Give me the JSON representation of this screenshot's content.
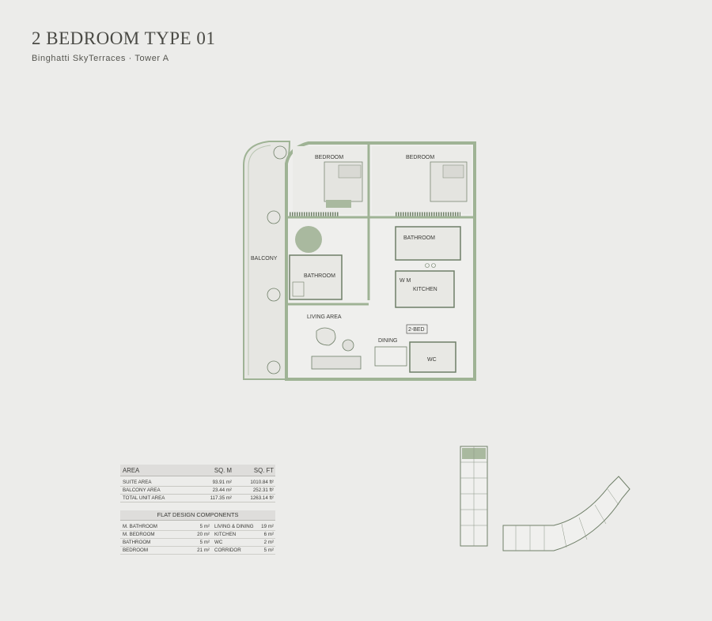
{
  "header": {
    "title": "2 BEDROOM TYPE 01",
    "subtitle": "Binghatti SkyTerraces · Tower A"
  },
  "plan": {
    "rooms": {
      "bedroom_1": "BEDROOM",
      "bedroom_2": "BEDROOM",
      "bathroom_1": "BATHROOM",
      "bathroom_2": "BATHROOM",
      "balcony": "BALCONY",
      "living": "LIVING AREA",
      "dining": "DINING",
      "kitchen": "KITCHEN",
      "wm": "W M",
      "wc": "WC",
      "tag": "2-BED"
    }
  },
  "area_table": {
    "headers": [
      "AREA",
      "SQ. M",
      "SQ. FT"
    ],
    "rows": [
      [
        "SUITE AREA",
        "93.91 m²",
        "1010.84 ft²"
      ],
      [
        "BALCONY AREA",
        "23.44 m²",
        "252.31 ft²"
      ],
      [
        "TOTAL UNIT AREA",
        "117.35 m²",
        "1263.14 ft²"
      ]
    ]
  },
  "components": {
    "title": "FLAT DESIGN COMPONENTS",
    "rows": [
      [
        "M. BATHROOM",
        "5 m²",
        "LIVING & DINING",
        "19 m²"
      ],
      [
        "M. BEDROOM",
        "20 m²",
        "KITCHEN",
        "6 m²"
      ],
      [
        "BATHROOM",
        "5 m²",
        "WC",
        "2 m²"
      ],
      [
        "BEDROOM",
        "21 m²",
        "CORRIDOR",
        "5 m²"
      ]
    ]
  },
  "colors": {
    "background": "#ececea",
    "wall": "#b3c2aa",
    "wall_dark": "#6f7f68",
    "accent_green": "#9fb395"
  }
}
